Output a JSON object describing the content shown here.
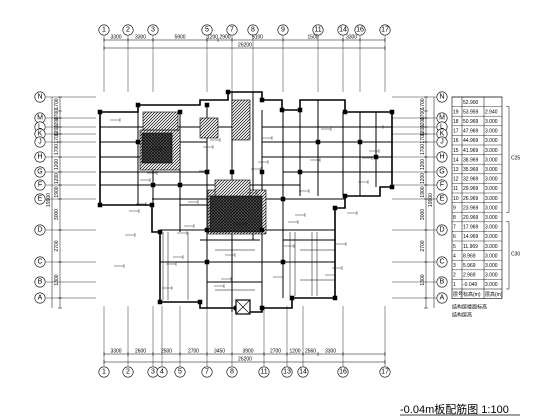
{
  "axes": {
    "top": [
      "1",
      "2",
      "3",
      "5",
      "7",
      "8",
      "9",
      "11",
      "14",
      "16",
      "17"
    ],
    "bottom": [
      "1",
      "2",
      "3",
      "4",
      "5",
      "7",
      "8",
      "11",
      "13",
      "14",
      "16",
      "17"
    ],
    "left": [
      "N",
      "M",
      "L",
      "K",
      "J",
      "H",
      "G",
      "F",
      "E",
      "D",
      "C",
      "B",
      "A"
    ],
    "right": [
      "N",
      "M",
      "L",
      "K",
      "J",
      "H",
      "G",
      "F",
      "E",
      "D",
      "C",
      "B",
      "A"
    ]
  },
  "dims": {
    "top_total": "26200",
    "top_segments": [
      "3300",
      "3300",
      "5900",
      "1200",
      "2900",
      "5100",
      "1500",
      "3300"
    ],
    "bottom_total": "26200",
    "bottom_segments": [
      "3300",
      "2600",
      "2500",
      "2700",
      "3450",
      "3900",
      "2700",
      "1200",
      "2560",
      "3300"
    ],
    "left_total": "19900",
    "left_segments": [
      "1700",
      "1700",
      "1200",
      "1200",
      "1700",
      "1700",
      "1200",
      "1200",
      "1900",
      "3000",
      "2700",
      "1300"
    ],
    "right_total": "19900",
    "right_segments": [
      "1700",
      "1700",
      "1200",
      "1200",
      "1700",
      "1700",
      "1200",
      "1200",
      "1900",
      "3000",
      "2700",
      "1300"
    ]
  },
  "floor_table": {
    "header": [
      "层号",
      "标高(m)",
      "层高(m)"
    ],
    "rows": [
      [
        "",
        "52.900",
        ""
      ],
      [
        "19",
        "53.959",
        "2.940"
      ],
      [
        "18",
        "50.969",
        "3.000"
      ],
      [
        "17",
        "47.969",
        "3.000"
      ],
      [
        "16",
        "44.969",
        "3.000"
      ],
      [
        "15",
        "41.969",
        "3.000"
      ],
      [
        "14",
        "38.969",
        "3.000"
      ],
      [
        "13",
        "35.969",
        "3.000"
      ],
      [
        "12",
        "32.969",
        "3.000"
      ],
      [
        "11",
        "29.969",
        "3.000"
      ],
      [
        "10",
        "26.969",
        "3.000"
      ],
      [
        "9",
        "23.969",
        "3.000"
      ],
      [
        "8",
        "20.969",
        "3.000"
      ],
      [
        "7",
        "17.969",
        "3.000"
      ],
      [
        "6",
        "14.969",
        "3.000"
      ],
      [
        "5",
        "11.969",
        "3.000"
      ],
      [
        "4",
        "8.969",
        "3.000"
      ],
      [
        "3",
        "5.969",
        "3.000"
      ],
      [
        "2",
        "2.969",
        "3.000"
      ],
      [
        "1",
        "-0.049",
        "3.000"
      ]
    ],
    "concrete_labels": [
      "C25",
      "C30"
    ],
    "caption": "结构层楼面标高\n结构层高"
  },
  "title": "-0.04m板配筋图 1:100"
}
